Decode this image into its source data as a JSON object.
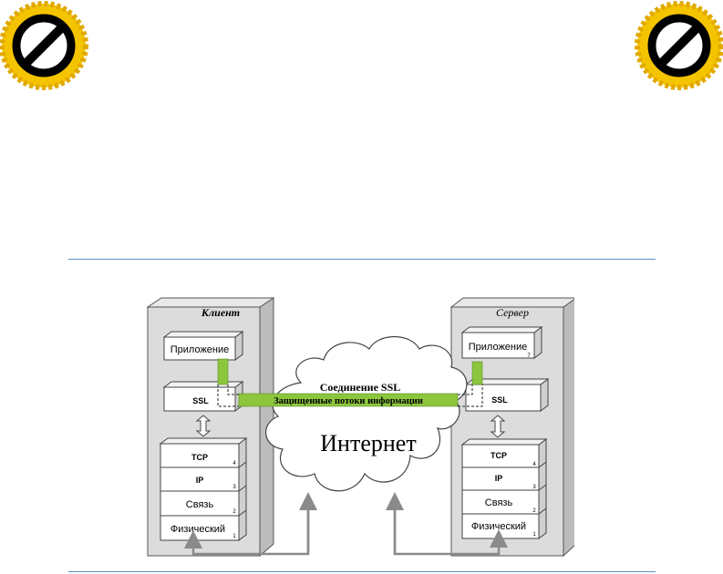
{
  "badges": {
    "left_icon": "prohibited-sign-icon",
    "right_icon": "prohibited-sign-icon"
  },
  "client": {
    "title": "Клиент",
    "application": "Приложение",
    "ssl": "SSL",
    "stack": [
      {
        "label": "TCP",
        "num": "4"
      },
      {
        "label": "IP",
        "num": "3"
      },
      {
        "label": "Связь",
        "num": "2"
      },
      {
        "label": "Физический",
        "num": "1"
      }
    ]
  },
  "server": {
    "title": "Сервер",
    "application": "Приложение",
    "application_num": "7",
    "ssl": "SSL",
    "stack": [
      {
        "label": "TCP",
        "num": "4"
      },
      {
        "label": "IP",
        "num": "3"
      },
      {
        "label": "Связь",
        "num": "2"
      },
      {
        "label": "Физический",
        "num": "1"
      }
    ]
  },
  "cloud": {
    "connection_label": "Соединение SSL",
    "stream_label": "Защищенные потоки информации",
    "internet_label": "Интернет"
  },
  "colors": {
    "tunnel": "#8cc63f",
    "panel_front": "#dcdcdc",
    "panel_side": "#bcbcbc",
    "arrow": "#8a8a8a",
    "rule": "#5b8fc7",
    "badge_fill": "#f5c400"
  }
}
